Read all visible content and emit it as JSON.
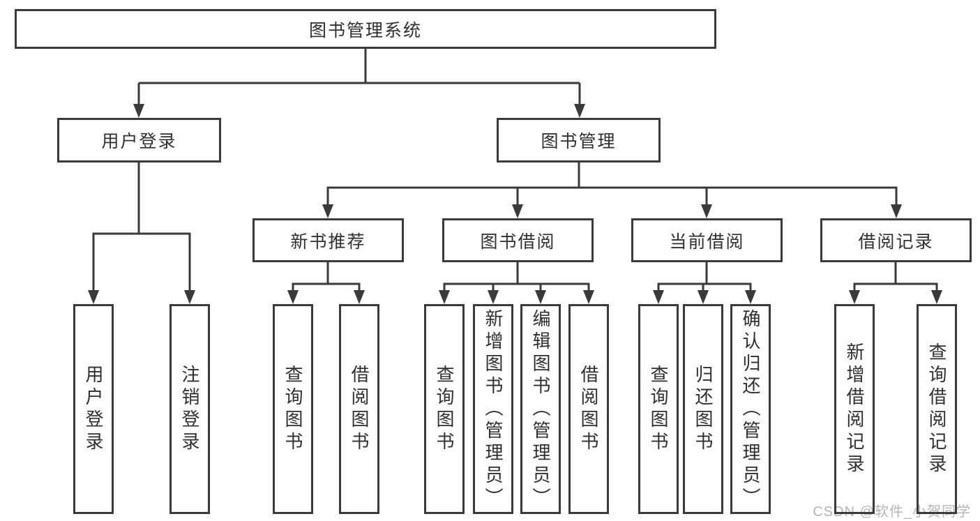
{
  "diagram": {
    "root": "图书管理系统",
    "branches": [
      {
        "label": "用户登录",
        "children": [
          "用户登录",
          "注销登录"
        ]
      },
      {
        "label": "图书管理",
        "sections": [
          {
            "label": "新书推荐",
            "children": [
              "查询图书",
              "借阅图书"
            ]
          },
          {
            "label": "图书借阅",
            "children": [
              "查询图书",
              "新增图书（管理员）",
              "编辑图书（管理员）",
              "借阅图书"
            ]
          },
          {
            "label": "当前借阅",
            "children": [
              "查询图书",
              "归还图书",
              "确认归还（管理员）"
            ]
          },
          {
            "label": "借阅记录",
            "children": [
              "新增借阅记录",
              "查询借阅记录"
            ]
          }
        ]
      }
    ]
  },
  "watermark": "CSDN @软件_小贺同学",
  "colors": {
    "line": "#3a3a3a",
    "text": "#2f2f2f",
    "watermark": "#b5b5b5",
    "background": "#ffffff"
  }
}
